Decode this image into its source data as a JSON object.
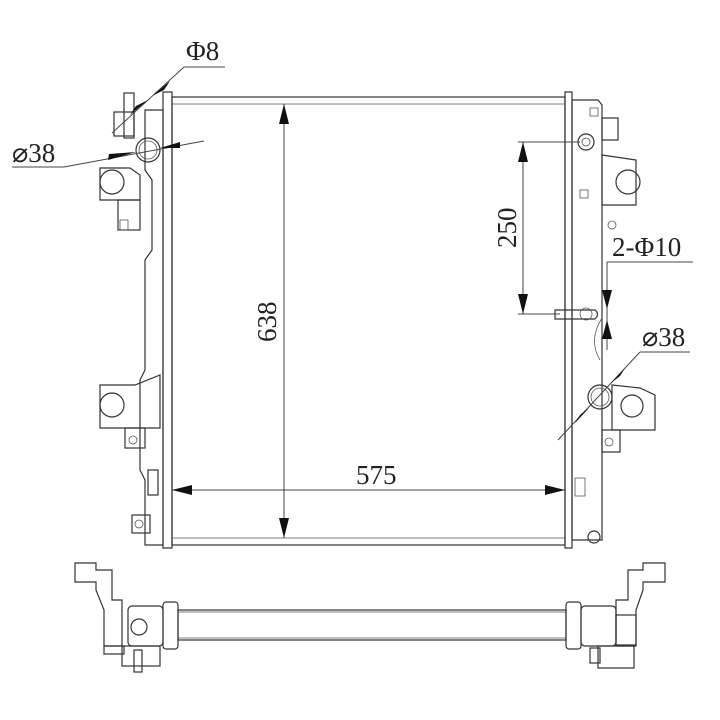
{
  "drawing": {
    "subject": "Radiator technical drawing",
    "colors": {
      "line": "#333333",
      "background": "#ffffff"
    },
    "dimensions": {
      "height": "638",
      "width": "575",
      "port_spacing": "250",
      "top_pipe": "⌀38",
      "bottom_pipe": "⌀38",
      "filler": "Φ8",
      "mounting_pins": "2-Φ10"
    },
    "views": [
      "front-view",
      "bottom-view"
    ]
  }
}
